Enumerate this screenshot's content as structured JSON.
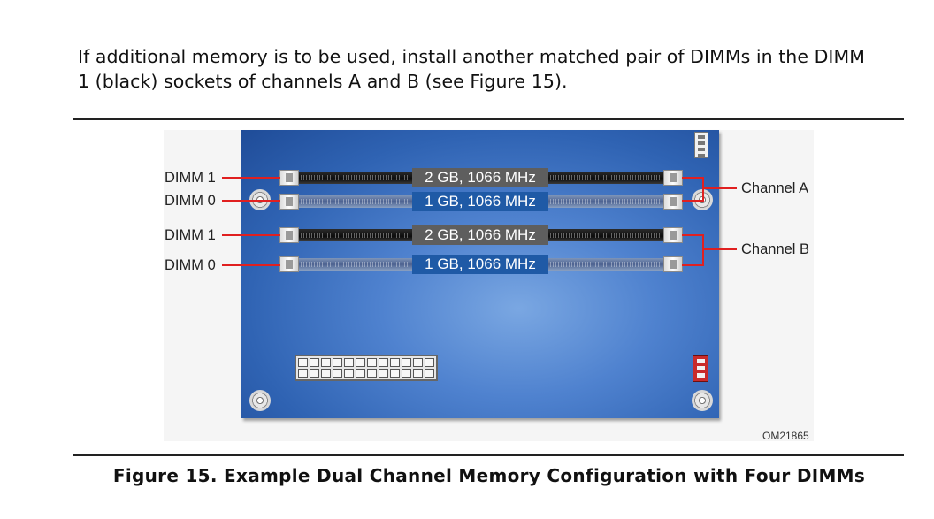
{
  "intro_text": "If additional memory is to be used, install another matched pair of DIMMs in the DIMM 1 (black) sockets of channels A and B (see Figure 15).",
  "figure": {
    "slots": [
      {
        "label": "DIMM 1",
        "capacity": "2 GB, 1066 MHz",
        "color": "black"
      },
      {
        "label": "DIMM 0",
        "capacity": "1 GB, 1066 MHz",
        "color": "blue"
      },
      {
        "label": "DIMM 1",
        "capacity": "2 GB, 1066 MHz",
        "color": "black"
      },
      {
        "label": "DIMM 0",
        "capacity": "1 GB, 1066 MHz",
        "color": "blue"
      }
    ],
    "channels": [
      "Channel A",
      "Channel B"
    ],
    "figure_id": "OM21865",
    "colors": {
      "board": "#2f63b3",
      "leader_lines": "#e02020",
      "label_blue": "#1f5aa6",
      "label_gray": "#5e5e5e"
    }
  },
  "caption": "Figure 15.  Example Dual Channel Memory Configuration with Four DIMMs"
}
